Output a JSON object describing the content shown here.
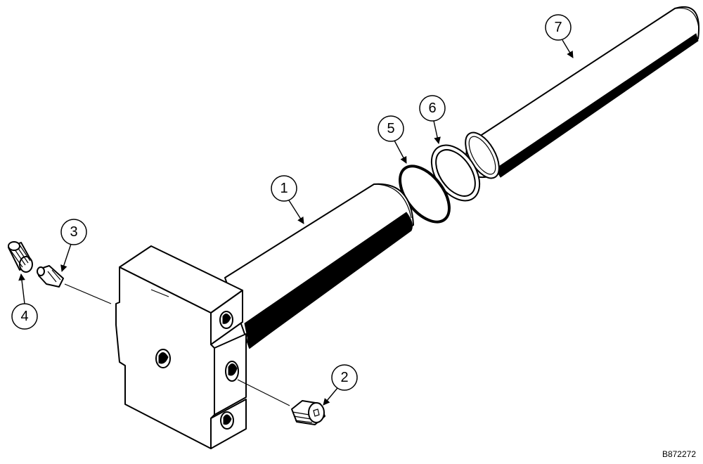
{
  "figure_code": "B872272",
  "callouts": [
    {
      "id": "1",
      "part": "pin-with-block"
    },
    {
      "id": "2",
      "part": "plug"
    },
    {
      "id": "3",
      "part": "grease-fitting"
    },
    {
      "id": "4",
      "part": "cap"
    },
    {
      "id": "5",
      "part": "o-ring"
    },
    {
      "id": "6",
      "part": "backup-ring"
    },
    {
      "id": "7",
      "part": "sleeve"
    }
  ]
}
